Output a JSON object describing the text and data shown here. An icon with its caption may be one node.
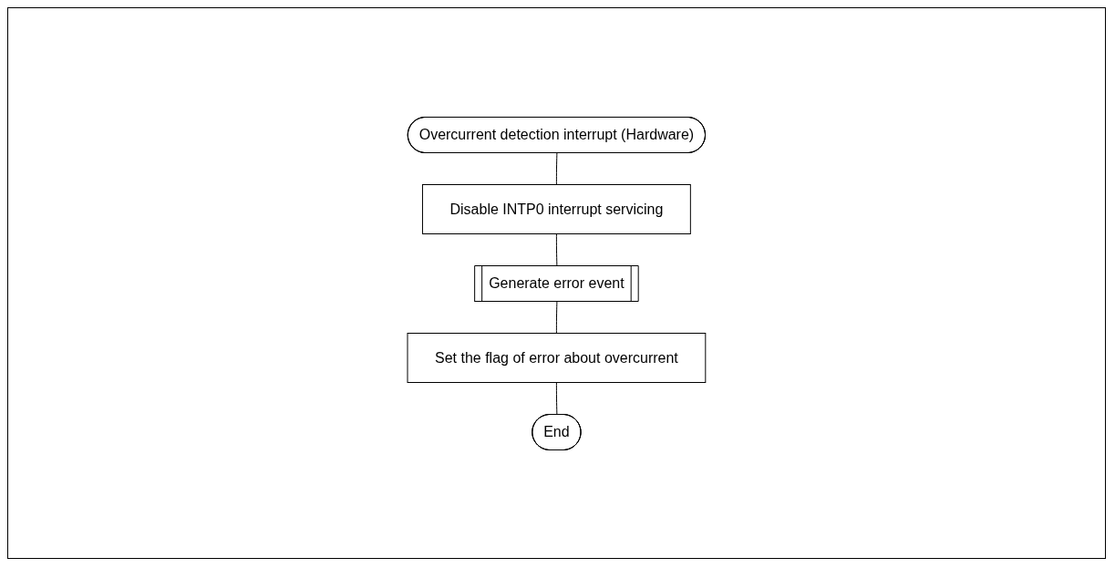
{
  "diagram": {
    "nodes": [
      {
        "text": [
          "Overcurrent detection interrupt (Hardware)"
        ]
      },
      {
        "text": [
          "Disable INTP0 interrupt servicing"
        ]
      },
      {
        "text": [
          "Generate error event"
        ]
      },
      {
        "text": [
          "Set the flag of error about overcurrent"
        ]
      },
      {
        "text": [
          "End"
        ]
      }
    ],
    "edges": [
      {
        "from": 0,
        "to": 1,
        "arrow": "none"
      },
      {
        "from": 1,
        "to": 2,
        "arrow": "none"
      },
      {
        "from": 2,
        "to": 3,
        "arrow": "none"
      },
      {
        "from": 3,
        "to": 4,
        "arrow": "none"
      }
    ]
  }
}
